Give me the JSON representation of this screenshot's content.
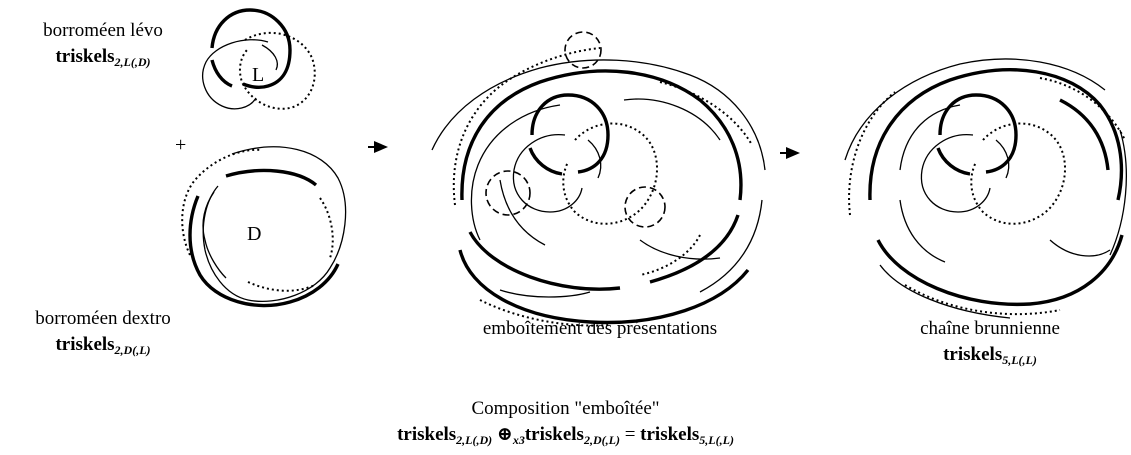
{
  "left_top": {
    "label": "borroméen lévo",
    "formula_base": "triskels",
    "formula_sub": "2,L(,D)",
    "knot_letter": "L"
  },
  "plus_sign": "+",
  "left_bottom": {
    "knot_letter": "D",
    "label": "borroméen dextro",
    "formula_base": "triskels",
    "formula_sub": "2,D(,L)"
  },
  "middle": {
    "caption": "emboîtement des présentations"
  },
  "right": {
    "label": "chaîne brunnienne",
    "formula_base": "triskels",
    "formula_sub": "5,L(,L)"
  },
  "bottom": {
    "title": "Composition \"emboîtée\"",
    "eq_a_base": "triskels",
    "eq_a_sub": "2,L(,D)",
    "eq_op": "⊕",
    "eq_op_sub": "x3",
    "eq_b_base": "triskels",
    "eq_b_sub": "2,D(,L)",
    "eq_equals": "=",
    "eq_c_base": "triskels",
    "eq_c_sub": "5,L(,L)"
  },
  "icons": [
    "arrow-right-icon",
    "arrow-right-icon"
  ]
}
